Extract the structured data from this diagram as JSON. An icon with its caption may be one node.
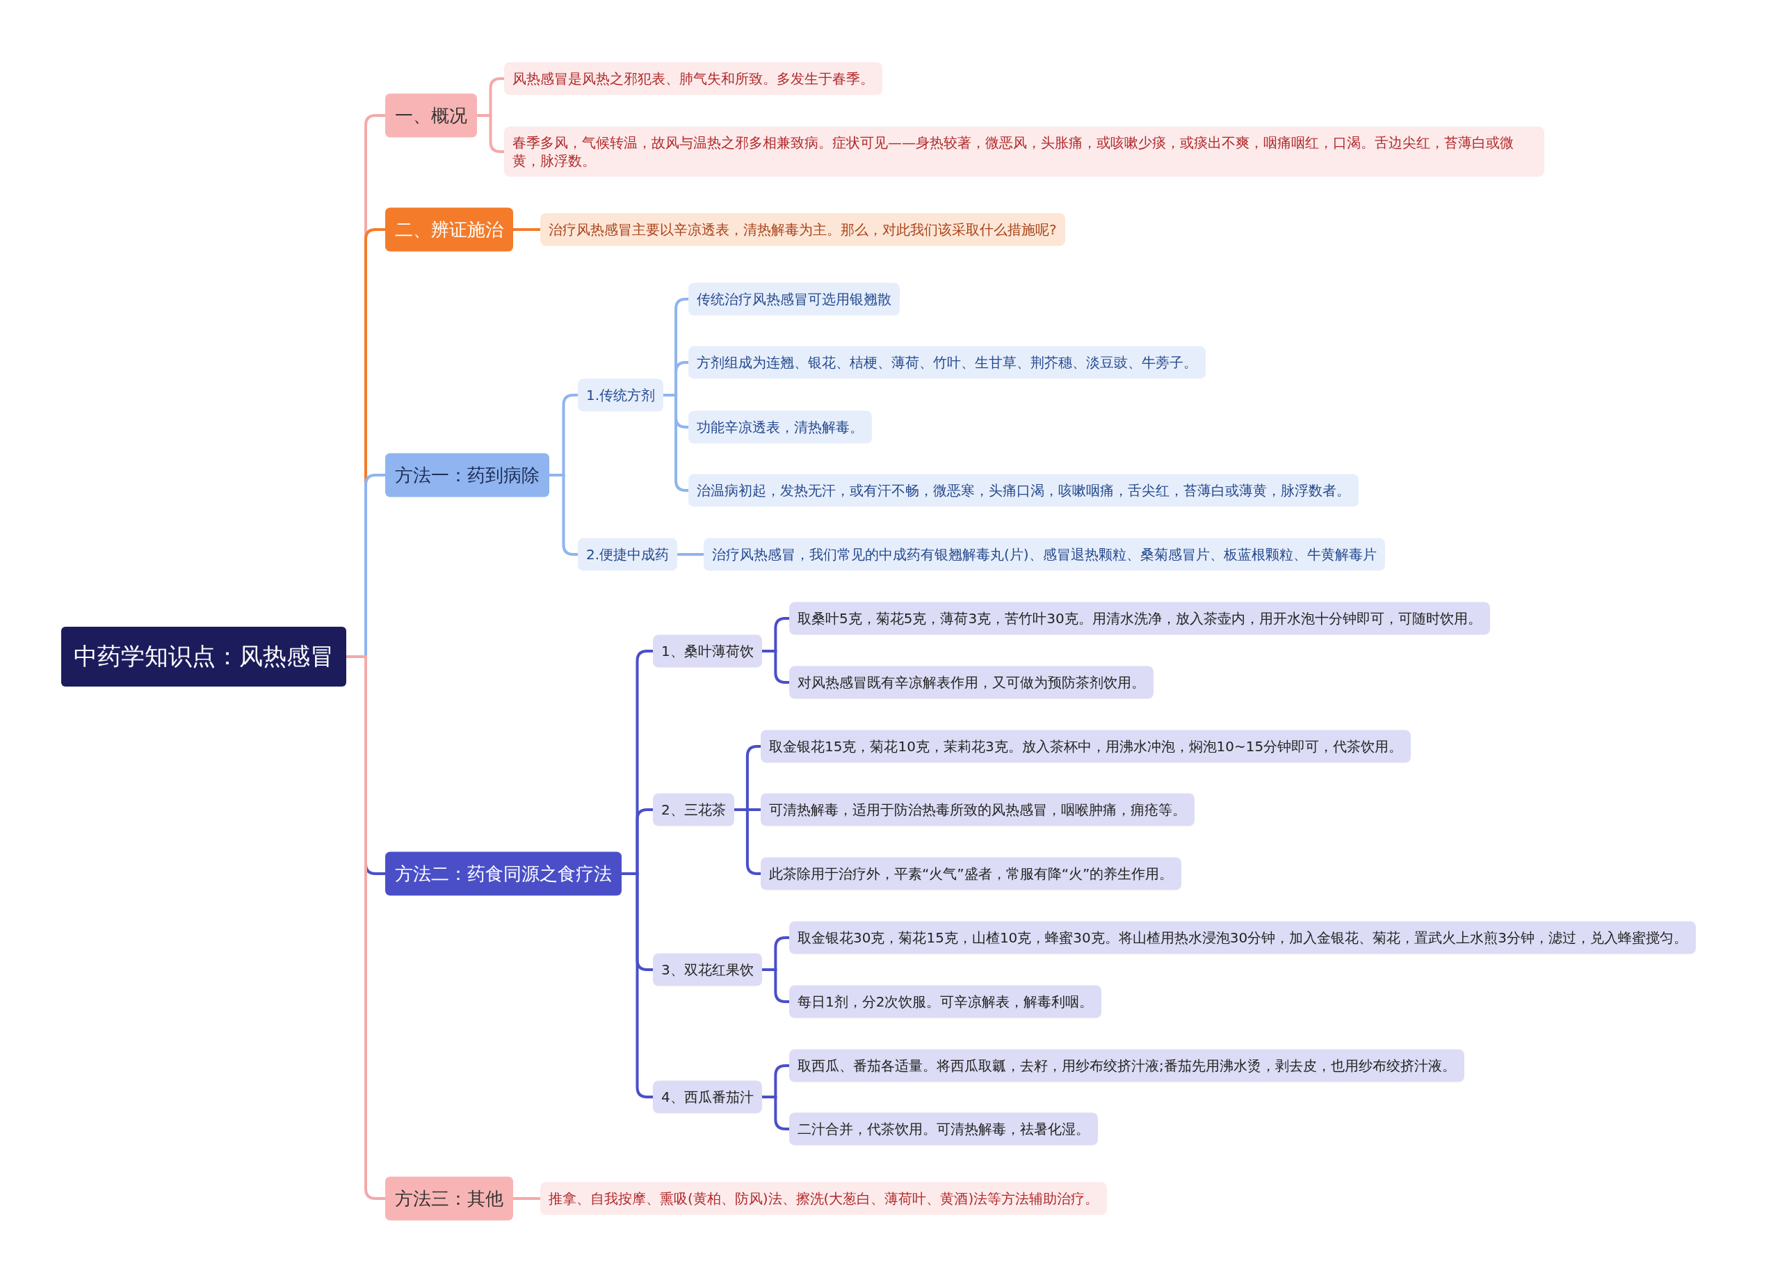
{
  "diagram": {
    "nodes": [
      {
        "text": [
          "中药学知识点：风热感冒"
        ]
      },
      {
        "text": [
          "一、概况"
        ]
      },
      {
        "text": [
          "风热感冒是风热之邪犯表、肺气失和所致。多发生于春季。"
        ]
      },
      {
        "text": [
          "春季多风，气候转温，故风与温热之邪多相兼致病。症状可见——身热较著，微恶风，头胀痛，或咳嗽少痰，或痰出不爽，咽痛咽红，口渴。舌边尖红，苔薄白或微黄，脉浮数。"
        ]
      },
      {
        "text": [
          "二、辨证施治"
        ]
      },
      {
        "text": [
          "治疗风热感冒主要以辛凉透表，清热解毒为主。那么，对此我们该采取什么措施呢?"
        ]
      },
      {
        "text": [
          "方法一：药到病除"
        ]
      },
      {
        "text": [
          "1.传统方剂"
        ]
      },
      {
        "text": [
          "传统治疗风热感冒可选用银翘散"
        ]
      },
      {
        "text": [
          "方剂组成为连翘、银花、桔梗、薄荷、竹叶、生甘草、荆芥穗、淡豆豉、牛蒡子。"
        ]
      },
      {
        "text": [
          "功能辛凉透表，清热解毒。"
        ]
      },
      {
        "text": [
          "治温病初起，发热无汗，或有汗不畅，微恶寒，头痛口渴，咳嗽咽痛，舌尖红，苔薄白或薄黄，脉浮数者。"
        ]
      },
      {
        "text": [
          "2.便捷中成药"
        ]
      },
      {
        "text": [
          "治疗风热感冒，我们常见的中成药有银翘解毒丸(片)、感冒退热颗粒、桑菊感冒片、板蓝根颗粒、牛黄解毒片"
        ]
      },
      {
        "text": [
          "方法二：药食同源之食疗法"
        ]
      },
      {
        "text": [
          "1、桑叶薄荷饮"
        ]
      },
      {
        "text": [
          "取桑叶5克，菊花5克，薄荷3克，苦竹叶30克。用清水洗净，放入茶壶内，用开水泡十分钟即可，可随时饮用。"
        ]
      },
      {
        "text": [
          "对风热感冒既有辛凉解表作用，又可做为预防茶剂饮用。"
        ]
      },
      {
        "text": [
          "2、三花茶"
        ]
      },
      {
        "text": [
          "取金银花15克，菊花10克，茉莉花3克。放入茶杯中，用沸水冲泡，焖泡10~15分钟即可，代茶饮用。"
        ]
      },
      {
        "text": [
          "可清热解毒，适用于防治热毒所致的风热感冒，咽喉肿痛，痈疮等。"
        ]
      },
      {
        "text": [
          "此茶除用于治疗外，平素“火气”盛者，常服有降“火”的养生作用。"
        ]
      },
      {
        "text": [
          "3、双花红果饮"
        ]
      },
      {
        "text": [
          "取金银花30克，菊花15克，山楂10克，蜂蜜30克。将山楂用热水浸泡30分钟，加入金银花、菊花，置武火上水煎3分钟，滤过，兑入蜂蜜搅匀。"
        ]
      },
      {
        "text": [
          "每日1剂，分2次饮服。可辛凉解表，解毒利咽。"
        ]
      },
      {
        "text": [
          "4、西瓜番茄汁"
        ]
      },
      {
        "text": [
          "取西瓜、番茄各适量。将西瓜取瓤，去籽，用纱布绞挤汁液;番茄先用沸水烫，剥去皮，也用纱布绞挤汁液。"
        ]
      },
      {
        "text": [
          "二汁合并，代茶饮用。可清热解毒，祛暑化湿。"
        ]
      },
      {
        "text": [
          "方法三：其他"
        ]
      },
      {
        "text": [
          "推拿、自我按摩、熏吸(黄柏、防风)法、擦洗(大葱白、薄荷叶、黄酒)法等方法辅助治疗。"
        ]
      }
    ],
    "edges": [
      {
        "from": 0,
        "to": 1,
        "arrow": "none",
        "color": "#f4a9a9"
      },
      {
        "from": 1,
        "to": 2,
        "arrow": "none",
        "color": "#f4a9a9"
      },
      {
        "from": 1,
        "to": 3,
        "arrow": "none",
        "color": "#f4a9a9"
      },
      {
        "from": 0,
        "to": 4,
        "arrow": "none",
        "color": "#f47b2a"
      },
      {
        "from": 4,
        "to": 5,
        "arrow": "none",
        "color": "#f47b2a"
      },
      {
        "from": 0,
        "to": 6,
        "arrow": "none",
        "color": "#8fb4f0"
      },
      {
        "from": 6,
        "to": 7,
        "arrow": "none",
        "color": "#8fb4f0"
      },
      {
        "from": 7,
        "to": 8,
        "arrow": "none",
        "color": "#8fb4f0"
      },
      {
        "from": 7,
        "to": 9,
        "arrow": "none",
        "color": "#8fb4f0"
      },
      {
        "from": 7,
        "to": 10,
        "arrow": "none",
        "color": "#8fb4f0"
      },
      {
        "from": 7,
        "to": 11,
        "arrow": "none",
        "color": "#8fb4f0"
      },
      {
        "from": 6,
        "to": 12,
        "arrow": "none",
        "color": "#8fb4f0"
      },
      {
        "from": 12,
        "to": 13,
        "arrow": "none",
        "color": "#8fb4f0"
      },
      {
        "from": 0,
        "to": 14,
        "arrow": "none"
      },
      {
        "from": 14,
        "to": 15,
        "arrow": "none"
      },
      {
        "from": 15,
        "to": 16,
        "arrow": "none"
      },
      {
        "from": 15,
        "to": 17,
        "arrow": "none"
      },
      {
        "from": 14,
        "to": 18,
        "arrow": "none"
      },
      {
        "from": 18,
        "to": 19,
        "arrow": "none"
      },
      {
        "from": 18,
        "to": 20,
        "arrow": "none"
      },
      {
        "from": 18,
        "to": 21,
        "arrow": "none"
      },
      {
        "from": 14,
        "to": 22,
        "arrow": "none"
      },
      {
        "from": 22,
        "to": 23,
        "arrow": "none"
      },
      {
        "from": 22,
        "to": 24,
        "arrow": "none"
      },
      {
        "from": 14,
        "to": 25,
        "arrow": "none"
      },
      {
        "from": 25,
        "to": 26,
        "arrow": "none"
      },
      {
        "from": 25,
        "to": 27,
        "arrow": "none"
      },
      {
        "from": 0,
        "to": 28,
        "arrow": "none",
        "color": "#f4a9a9"
      },
      {
        "from": 28,
        "to": 29,
        "arrow": "none",
        "color": "#f4a9a9"
      }
    ]
  }
}
